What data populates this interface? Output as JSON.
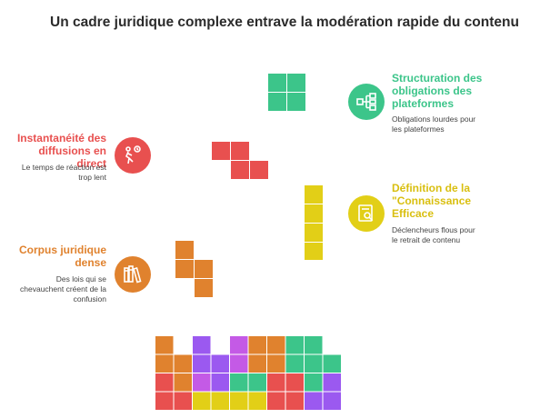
{
  "title": "Un cadre juridique complexe entrave la modération rapide du contenu",
  "colors": {
    "green": "#3cc58a",
    "red": "#e8504f",
    "yellow": "#e2cf17",
    "orange": "#e0822e",
    "purple": "#9b59f0",
    "magenta": "#c45ae6"
  },
  "items": [
    {
      "id": "structuration",
      "title": "Structuration des obligations des plateformes",
      "title_lines": [
        "Structuration des",
        "obligations des",
        "plateformes"
      ],
      "desc_lines": [
        "Obligations lourdes pour",
        "les plateformes"
      ],
      "icon": "flowchart-icon",
      "color": "#3cc58a"
    },
    {
      "id": "instantaneite",
      "title": "Instantanéité des diffusions en direct",
      "title_lines": [
        "Instantanéité des",
        "diffusions en direct"
      ],
      "desc_lines": [
        "Le temps de réaction est",
        "trop lent"
      ],
      "icon": "person-running-icon",
      "color": "#e8504f"
    },
    {
      "id": "definition",
      "title": "Définition de la \"Connaissance Efficace",
      "title_lines": [
        "Définition de la",
        "\"Connaissance",
        "Efficace"
      ],
      "desc_lines": [
        "Déclencheurs flous pour",
        "le retrait de contenu"
      ],
      "icon": "search-document-icon",
      "color": "#e2cf17"
    },
    {
      "id": "corpus",
      "title": "Corpus juridique dense",
      "title_lines": [
        "Corpus juridique",
        "dense"
      ],
      "desc_lines": [
        "Des lois qui se",
        "chevauchent créent de la",
        "confusion"
      ],
      "icon": "books-icon",
      "color": "#e0822e"
    }
  ],
  "grid_rows": [
    [
      "orange",
      "",
      "purple",
      "",
      "magenta",
      "orange",
      "orange",
      "green",
      "green",
      ""
    ],
    [
      "orange",
      "orange",
      "purple",
      "purple",
      "magenta",
      "orange",
      "orange",
      "green",
      "green",
      "green"
    ],
    [
      "red",
      "orange",
      "magenta",
      "purple",
      "green",
      "green",
      "red",
      "red",
      "green",
      "purple"
    ],
    [
      "red",
      "red",
      "yellow",
      "yellow",
      "yellow",
      "yellow",
      "red",
      "red",
      "purple",
      "purple"
    ]
  ]
}
